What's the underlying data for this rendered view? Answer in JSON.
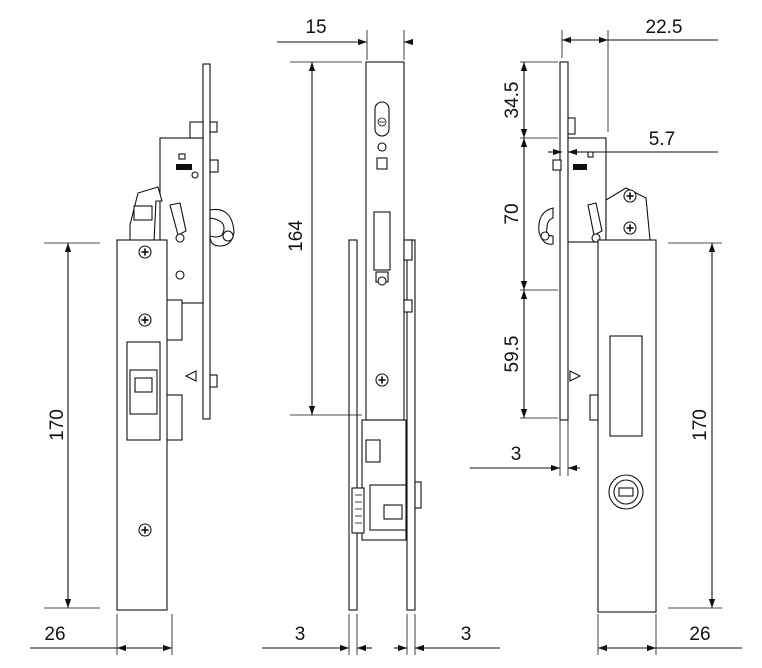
{
  "title": "",
  "views": {
    "left": {
      "height_dim": "170",
      "width_dim": "26"
    },
    "middle": {
      "top_dim": "15",
      "height_dim": "164",
      "bottom_left_dim": "3",
      "bottom_right_dim": "3"
    },
    "right": {
      "top_dim": "22.5",
      "upper_dim": "34.5",
      "offset_dim": "5.7",
      "mid_dim": "70",
      "lower_dim": "59.5",
      "plate_dim": "3",
      "height_dim": "170",
      "width_dim": "26"
    }
  },
  "colors": {
    "line": "#111111",
    "background": "#ffffff"
  },
  "icons": [
    "phillips-screw-icon",
    "arrowhead-icon",
    "keyhole-lock-icon"
  ]
}
